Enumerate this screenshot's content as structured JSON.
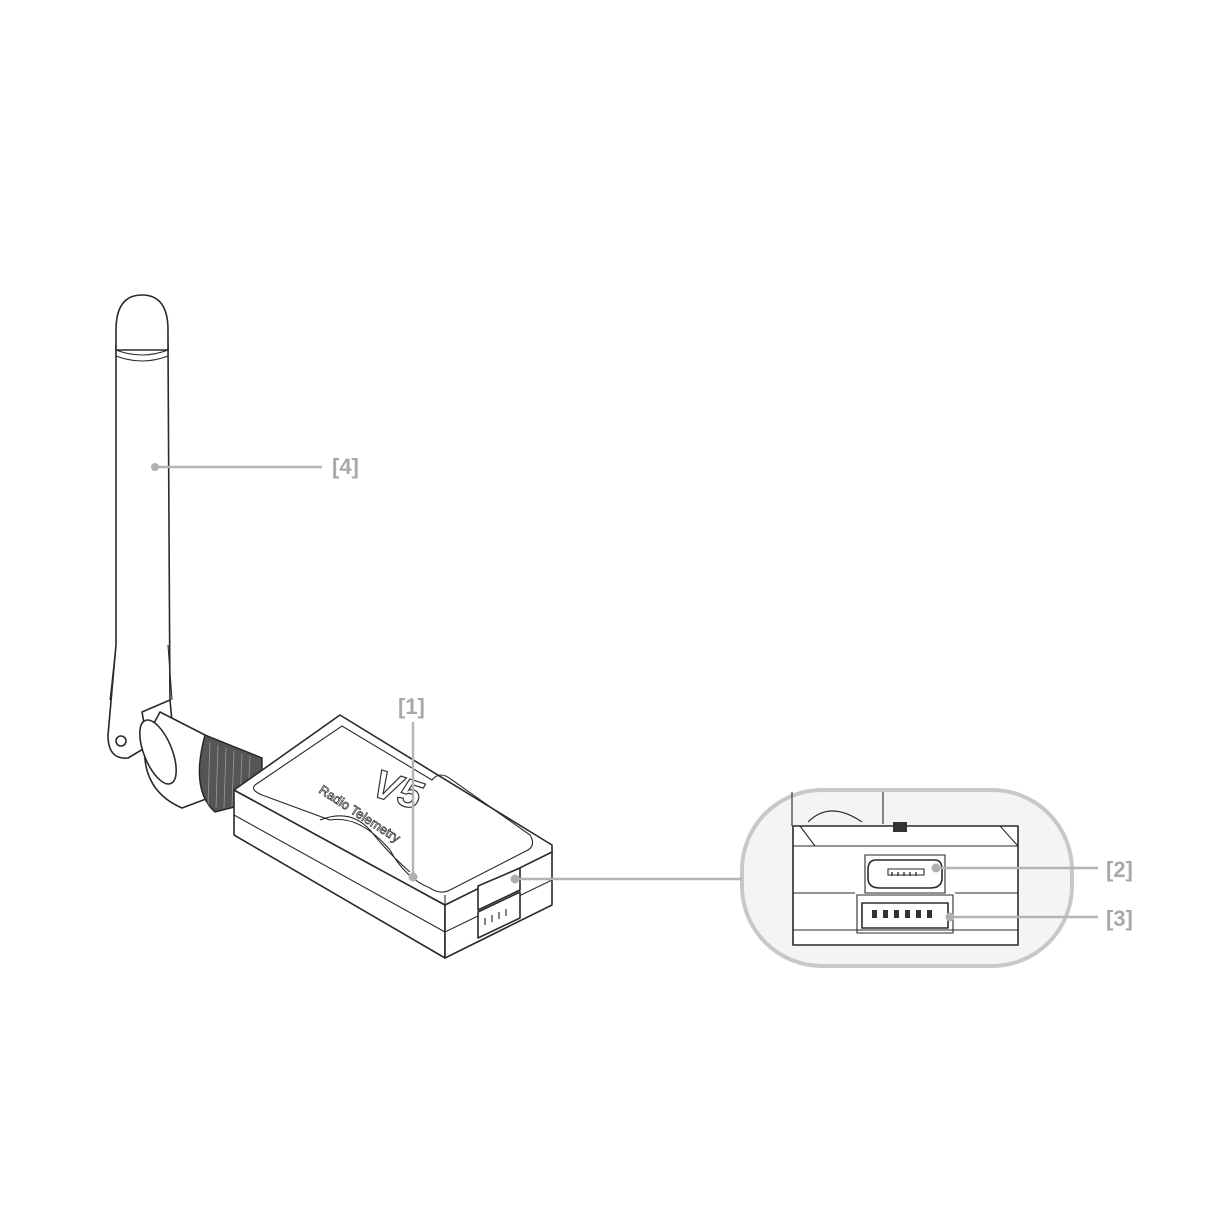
{
  "diagram": {
    "title": "Radio Telemetry module diagram",
    "device": {
      "model_mark": "V5",
      "brand_text": "Radio Telemetry"
    },
    "callouts": [
      {
        "id": "1",
        "label": "[1]",
        "target": "Telemetry module body / status LED"
      },
      {
        "id": "2",
        "label": "[2]",
        "target": "Micro USB port"
      },
      {
        "id": "3",
        "label": "[3]",
        "target": "6-pin connector port"
      },
      {
        "id": "4",
        "label": "[4]",
        "target": "Antenna"
      }
    ],
    "detail_view": {
      "description": "Zoomed end view of ports"
    },
    "colors": {
      "line": "#2a2a2a",
      "callout": "#b4b4b4",
      "label": "#a8a8a8",
      "detail_border": "#c8c8c8",
      "detail_fill": "#f4f4f4"
    }
  }
}
